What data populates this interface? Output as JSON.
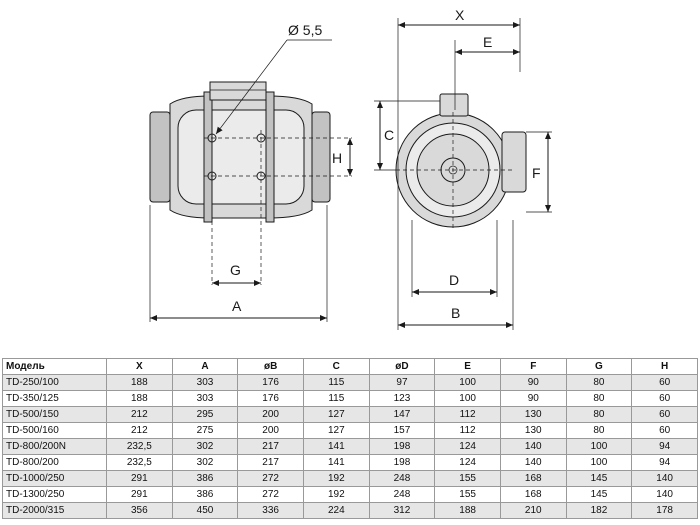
{
  "drawing": {
    "side_view": {
      "hole_label": "Ø 5,5",
      "dim_A": "A",
      "dim_G": "G",
      "dim_H": "H"
    },
    "front_view": {
      "dim_X": "X",
      "dim_E": "E",
      "dim_C": "C",
      "dim_F": "F",
      "dim_D": "D",
      "dim_B": "B"
    }
  },
  "table": {
    "headers": [
      "Модель",
      "X",
      "A",
      "øB",
      "C",
      "øD",
      "E",
      "F",
      "G",
      "H"
    ],
    "rows": [
      [
        "TD-250/100",
        "188",
        "303",
        "176",
        "115",
        "97",
        "100",
        "90",
        "80",
        "60"
      ],
      [
        "TD-350/125",
        "188",
        "303",
        "176",
        "115",
        "123",
        "100",
        "90",
        "80",
        "60"
      ],
      [
        "TD-500/150",
        "212",
        "295",
        "200",
        "127",
        "147",
        "112",
        "130",
        "80",
        "60"
      ],
      [
        "TD-500/160",
        "212",
        "275",
        "200",
        "127",
        "157",
        "112",
        "130",
        "80",
        "60"
      ],
      [
        "TD-800/200N",
        "232,5",
        "302",
        "217",
        "141",
        "198",
        "124",
        "140",
        "100",
        "94"
      ],
      [
        "TD-800/200",
        "232,5",
        "302",
        "217",
        "141",
        "198",
        "124",
        "140",
        "100",
        "94"
      ],
      [
        "TD-1000/250",
        "291",
        "386",
        "272",
        "192",
        "248",
        "155",
        "168",
        "145",
        "140"
      ],
      [
        "TD-1300/250",
        "291",
        "386",
        "272",
        "192",
        "248",
        "155",
        "168",
        "145",
        "140"
      ],
      [
        "TD-2000/315",
        "356",
        "450",
        "336",
        "224",
        "312",
        "188",
        "210",
        "182",
        "178"
      ]
    ]
  }
}
